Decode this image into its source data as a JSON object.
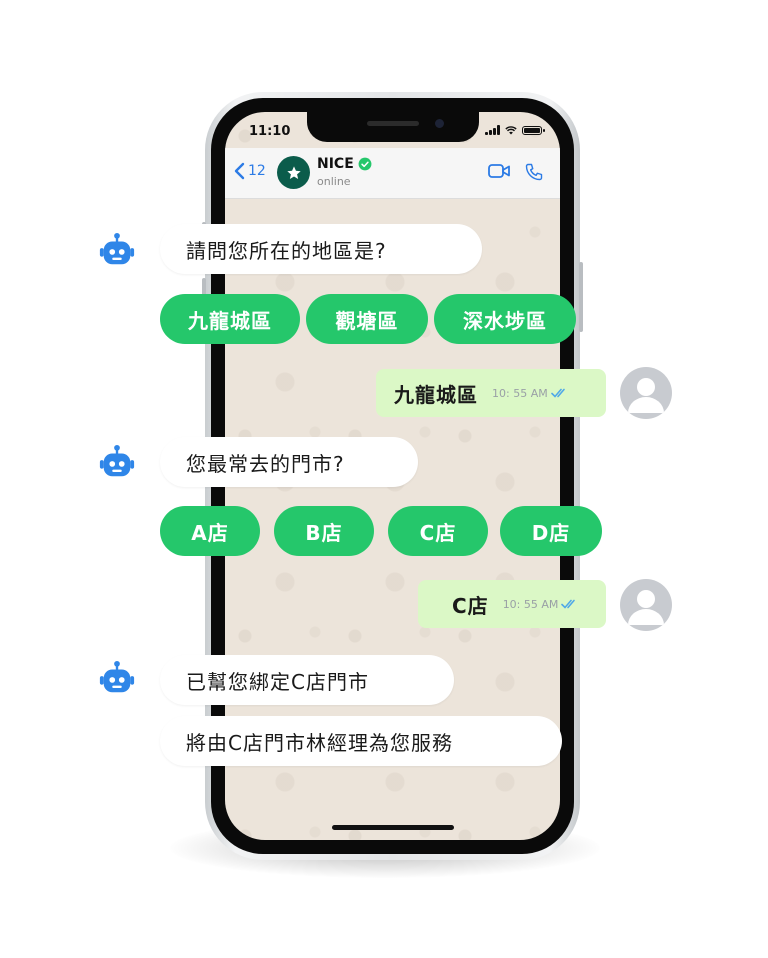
{
  "status_bar": {
    "time": "11:10"
  },
  "header": {
    "back_count": "12",
    "contact_name": "NICE",
    "contact_status": "online",
    "icons": [
      "back-chevron-icon",
      "star-icon",
      "verified-icon",
      "video-call-icon",
      "phone-call-icon"
    ]
  },
  "conversation": {
    "q1": "請問您所在的地區是?",
    "q1_options": [
      "九龍城區",
      "觀塘區",
      "深水埗區"
    ],
    "a1": {
      "text": "九龍城區",
      "time": "10: 55 AM"
    },
    "q2": "您最常去的門市?",
    "q2_options": [
      "A店",
      "B店",
      "C店",
      "D店"
    ],
    "a2": {
      "text": "C店",
      "time": "10: 55 AM"
    },
    "r1": "已幫您綁定C店門市",
    "r2": "將由C店門市林經理為您服務"
  },
  "colors": {
    "accent_green": "#25c76b",
    "sent_bubble": "#dbf8c6",
    "bot_blue": "#2f86e8",
    "tick_blue": "#4fa8e8",
    "chat_bg": "#ece4da"
  }
}
